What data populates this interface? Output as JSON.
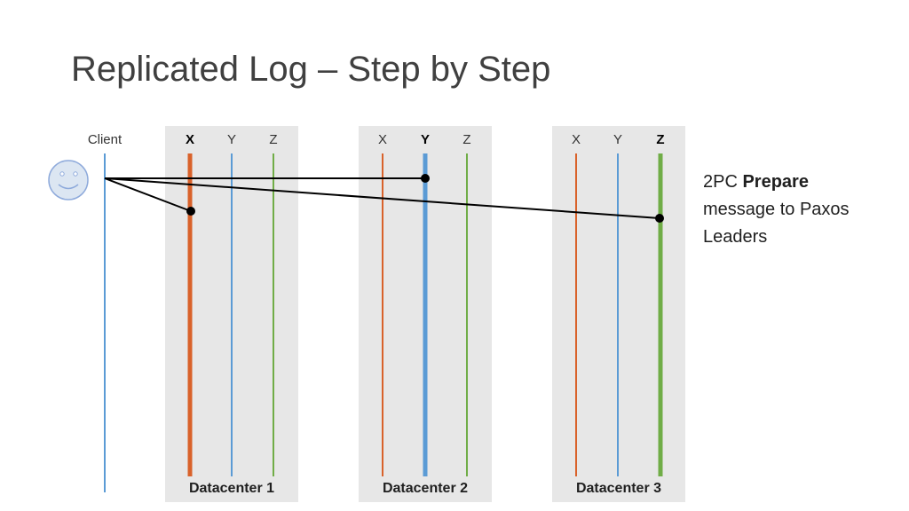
{
  "title": "Replicated Log – Step by Step",
  "client": {
    "label": "Client",
    "icon": "smiley-face-icon"
  },
  "datacenters": [
    {
      "label": "Datacenter 1",
      "columns": [
        {
          "label": "X",
          "leader": true
        },
        {
          "label": "Y",
          "leader": false
        },
        {
          "label": "Z",
          "leader": false
        }
      ]
    },
    {
      "label": "Datacenter 2",
      "columns": [
        {
          "label": "X",
          "leader": false
        },
        {
          "label": "Y",
          "leader": true
        },
        {
          "label": "Z",
          "leader": false
        }
      ]
    },
    {
      "label": "Datacenter 3",
      "columns": [
        {
          "label": "X",
          "leader": false
        },
        {
          "label": "Y",
          "leader": false
        },
        {
          "label": "Z",
          "leader": true
        }
      ]
    }
  ],
  "note": {
    "prefix": "2PC ",
    "bold": "Prepare",
    "rest": "message to Paxos Leaders"
  },
  "messages": [
    {
      "from": "Client",
      "to": "Datacenter 1 X"
    },
    {
      "from": "Client",
      "to": "Datacenter 2 Y"
    },
    {
      "from": "Client",
      "to": "Datacenter 3 Z"
    }
  ],
  "colors": {
    "X": "#d9622b",
    "Y": "#5b9bd5",
    "Z": "#70ad47",
    "client_line": "#5b9bd5",
    "box": "#e7e7e7",
    "message_line": "#000000"
  }
}
